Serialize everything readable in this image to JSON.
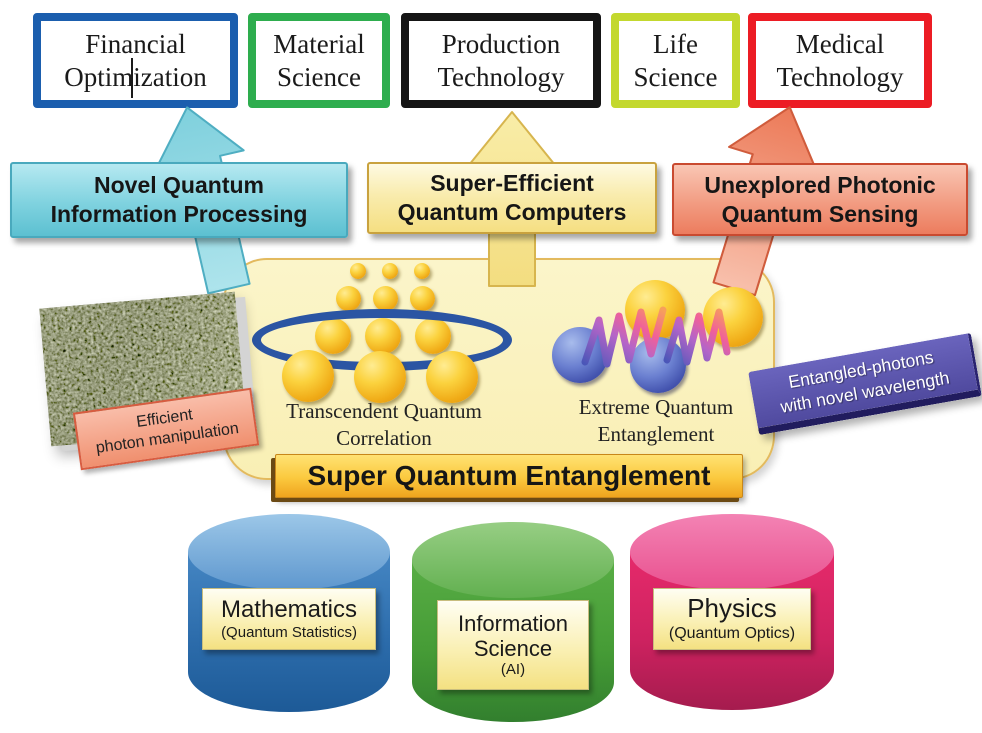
{
  "application_fields": [
    {
      "line1": "Financial",
      "line2": "Optimization",
      "border_color": "#1B5EAE"
    },
    {
      "line1": "Material",
      "line2": "Science",
      "border_color": "#2EAD4E"
    },
    {
      "line1": "Production",
      "line2": "Technology",
      "border_color": "#151515"
    },
    {
      "line1": "Life",
      "line2": "Science",
      "border_color": "#C3D82E"
    },
    {
      "line1": "Medical",
      "line2": "Technology",
      "border_color": "#EC1C24"
    }
  ],
  "outcomes": [
    {
      "line1": "Novel Quantum",
      "line2": "Information Processing",
      "box_color": "#7FD2DF",
      "arrow_color": "#8ED7E2"
    },
    {
      "line1": "Super-Efficient",
      "line2": "Quantum Computers",
      "box_color": "#F7E48C",
      "arrow_color": "#F6E89C"
    },
    {
      "line1": "Unexplored Photonic",
      "line2": "Quantum Sensing",
      "box_color": "#EE8166",
      "arrow_color": "#EF8A6A"
    }
  ],
  "core": {
    "left_caption_line1": "Transcendent Quantum",
    "left_caption_line2": "Correlation",
    "right_caption_line1": "Extreme Quantum",
    "right_caption_line2": "Entanglement",
    "banner": "Super Quantum Entanglement",
    "panel_bg": "#FAF2C2",
    "banner_gold_top": "#FFE273",
    "banner_gold_bottom": "#EFA41E",
    "sphere_gold": "#F7C324",
    "sphere_blue": "#5068C2",
    "correlation_ellipse_blue": "#2B55A3",
    "spring_gradient": [
      "#4A56B8",
      "#E06090",
      "#F7A05A"
    ]
  },
  "photo_tag": {
    "line1": "Efficient",
    "line2": "photon manipulation",
    "bg_color": "#F2957C"
  },
  "side_tag": {
    "line1": "Entangled-photons",
    "line2": "with novel wavelength",
    "bg_color": "#5650A8"
  },
  "foundations": [
    {
      "title_line1": "Mathematics",
      "subtitle": "(Quantum Statistics)",
      "top_color": "#7FB5DE",
      "body_color": "#2E6FAE"
    },
    {
      "title_line1": "Information",
      "title_line2": "Science",
      "subtitle": "(AI)",
      "top_color": "#85C472",
      "body_color": "#46A037"
    },
    {
      "title_line1": "Physics",
      "subtitle": "(Quantum Optics)",
      "top_color": "#EF6FA6",
      "body_color": "#D2205E"
    }
  ]
}
